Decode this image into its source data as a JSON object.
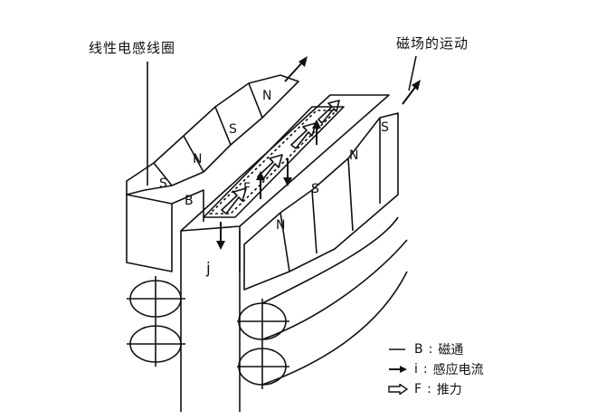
{
  "labels": {
    "coil": "线性电感线圈",
    "field_motion": "磁场的运动",
    "current_symbol": "j"
  },
  "poles": {
    "upper_row": [
      "S",
      "N",
      "S",
      "N"
    ],
    "lower_row": [
      "N",
      "S",
      "N",
      "S"
    ]
  },
  "loop_labels": {
    "flux": "B",
    "force": "F"
  },
  "legend": [
    {
      "symbol": "B",
      "text": "磁通",
      "icon": "thin-line-icon"
    },
    {
      "symbol": "i",
      "text": "感应电流",
      "icon": "arrow-icon"
    },
    {
      "symbol": "F",
      "text": "推力",
      "icon": "hollow-arrow-icon"
    }
  ],
  "colors": {
    "ink": "#111111",
    "paper": "#ffffff"
  }
}
